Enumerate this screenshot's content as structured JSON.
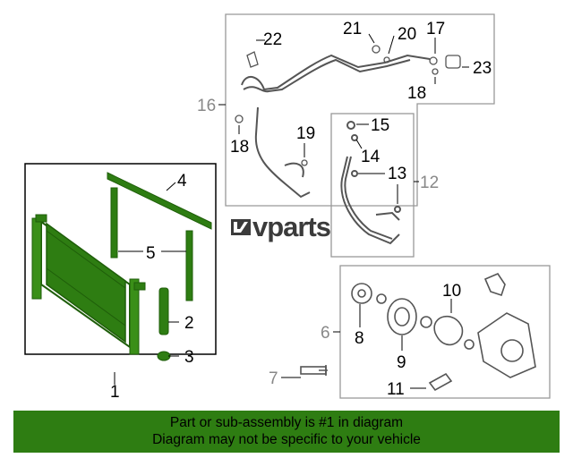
{
  "diagram": {
    "callouts": {
      "c1": "1",
      "c2": "2",
      "c3": "3",
      "c4": "4",
      "c5": "5",
      "c6": "6",
      "c7": "7",
      "c8": "8",
      "c9": "9",
      "c10": "10",
      "c11": "11",
      "c12": "12",
      "c13": "13",
      "c14": "14",
      "c15": "15",
      "c16": "16",
      "c17": "17",
      "c18a": "18",
      "c18b": "18",
      "c19": "19",
      "c20": "20",
      "c21": "21",
      "c22": "22",
      "c23": "23"
    },
    "colors": {
      "highlight": "#2e7d12",
      "line": "#555555",
      "gray_label": "#888888",
      "box_border": "#999999"
    }
  },
  "watermark": {
    "text": "vparts"
  },
  "banner": {
    "line1": "Part or sub-assembly is #1 in diagram",
    "line2": "Diagram may not be specific to your vehicle"
  }
}
